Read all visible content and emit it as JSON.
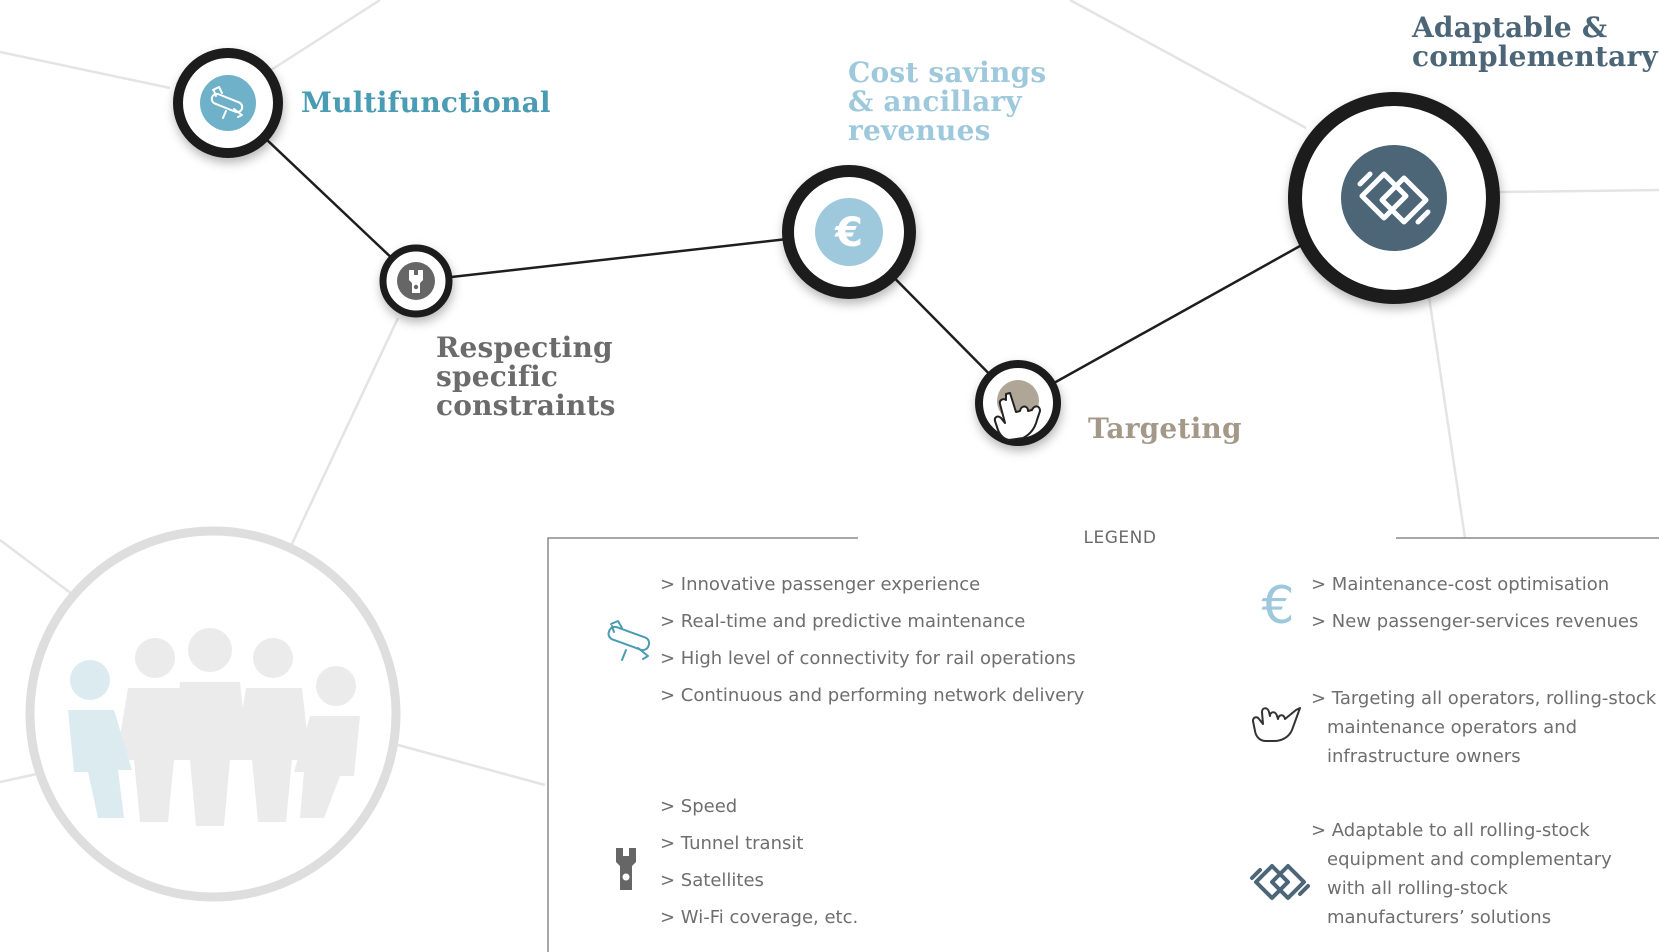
{
  "nodes": {
    "multifunctional": {
      "title": "Multifunctional",
      "color": "#4a9bb4"
    },
    "constraints": {
      "title_lines": [
        "Respecting",
        "specific",
        "constraints"
      ],
      "color": "#6b6b6b"
    },
    "cost": {
      "title_lines": [
        "Cost savings",
        "& ancillary",
        "revenues"
      ],
      "color": "#9ec8dc"
    },
    "targeting": {
      "title": "Targeting",
      "color": "#a49889"
    },
    "adaptable": {
      "title_lines": [
        "Adaptable &",
        "complementary"
      ],
      "color": "#4c6678"
    }
  },
  "legend": {
    "title": "LEGEND",
    "multifunctional_items": [
      "> Innovative passenger experience",
      "> Real-time and predictive maintenance",
      "> High level of connectivity for rail operations",
      "> Continuous and performing network delivery"
    ],
    "constraints_items": [
      "> Speed",
      "> Tunnel transit",
      "> Satellites",
      "> Wi-Fi coverage, etc."
    ],
    "cost_items": [
      "> Maintenance-cost optimisation",
      "> New passenger-services revenues"
    ],
    "targeting_text": "> Targeting all operators, rolling-stock maintenance operators and infrastructure owners",
    "adaptable_text": "> Adaptable to all rolling-stock equipment and complementary with all rolling-stock manufacturers’ solutions",
    "euro_symbol": "€"
  },
  "icons": {
    "multifunctional": "swiss-army-knife-icon",
    "constraints": "wrench-icon",
    "cost": "euro-icon",
    "targeting": "pointing-hand-icon",
    "adaptable": "interlocking-diamonds-icon",
    "people": "people-group-icon"
  },
  "colors": {
    "ring": "#1a1a1a",
    "connector": "#1e1e1e",
    "background_line": "#e4e4e4",
    "people_circle": "#dedede",
    "people_fill": "#ebebeb",
    "people_accent": "#dcebf0"
  }
}
